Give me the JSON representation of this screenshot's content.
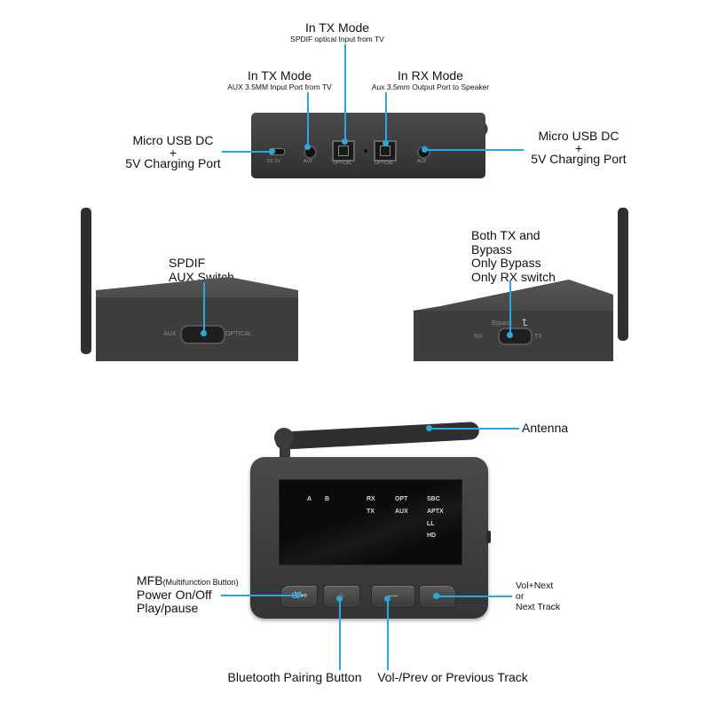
{
  "labels": {
    "tx_optical_title": "In TX Mode",
    "tx_optical_sub": "SPDIF optical Input from TV",
    "tx_aux_title": "In TX Mode",
    "tx_aux_sub": "AUX 3.5MM Input Port from TV",
    "rx_title": "In RX Mode",
    "rx_sub": "Aux 3.5mm Output Port to Speaker",
    "usb_left_1": "Micro USB DC",
    "usb_left_2": "+",
    "usb_left_3": "5V Charging Port",
    "usb_right_1": "Micro USB DC",
    "usb_right_2": "+",
    "usb_right_3": "5V Charging Port",
    "spdif_1": "SPDIF",
    "spdif_2": "AUX Switch",
    "bypass_1": "Both TX and",
    "bypass_2": "Bypass",
    "bypass_3": "Only Bypass",
    "bypass_4": "Only RX switch",
    "antenna": "Antenna",
    "mfb_main": "MFB",
    "mfb_paren": "(Multifunction Button)",
    "power": "Power On/Off",
    "play": "Play/pause",
    "vol_next_1": "Vol+Next",
    "vol_next_2": "or",
    "vol_next_3": "Next Track",
    "pairing": "Bluetooth Pairing Button",
    "vol_prev": "Vol-/Prev or Previous Track"
  },
  "device_text": {
    "port_dc": "DC 5V",
    "port_aux_in": "AUX",
    "port_optical_in": "OPTICAL",
    "port_optical_out": "OPTICAL",
    "port_aux_out": "AUX",
    "switch_left_a": "AUX",
    "switch_left_b": "OPTICAL",
    "switch_right_top": "Bypass",
    "switch_right_a": "RX",
    "switch_right_b": "TX"
  },
  "lcd": {
    "a": "A",
    "b": "B",
    "rx": "RX",
    "tx": "TX",
    "opt": "OPT",
    "aux": "AUX",
    "sbc": "SBC",
    "aptx": "APTX",
    "ll": "LL",
    "hd": "HD"
  },
  "colors": {
    "callout_line": "#29a8df",
    "device_body": "#3e3e40"
  }
}
